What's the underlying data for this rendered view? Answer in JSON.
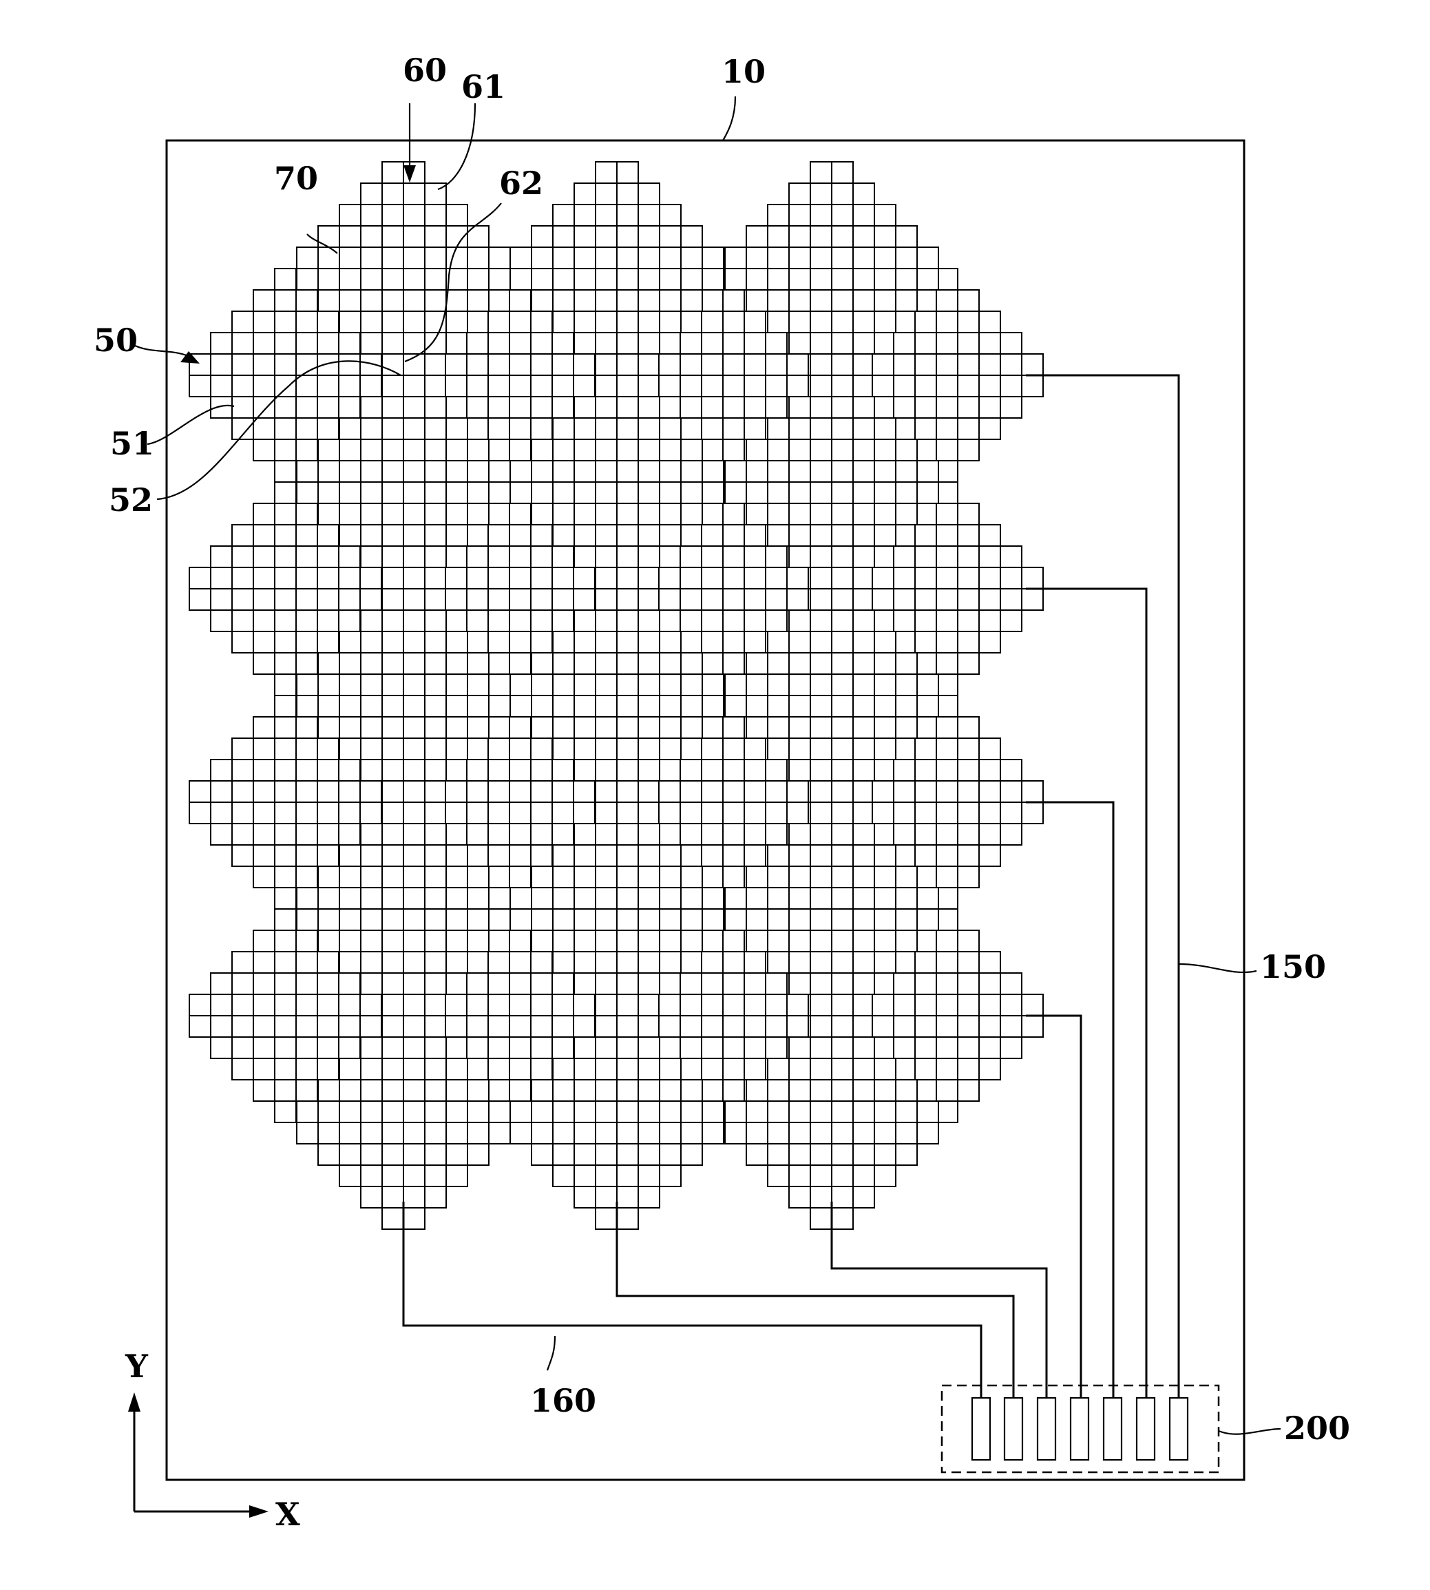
{
  "reference_labels": {
    "substrate": "10",
    "first_electrode_row": "50",
    "first_cell": "51",
    "first_connector": "52",
    "second_electrode_col": "60",
    "second_cell": "61",
    "second_connector": "62",
    "insulator": "70",
    "first_lines": "150",
    "second_lines": "160",
    "pad_unit": "200"
  },
  "axes": {
    "y_label": "Y",
    "x_label": "X"
  }
}
